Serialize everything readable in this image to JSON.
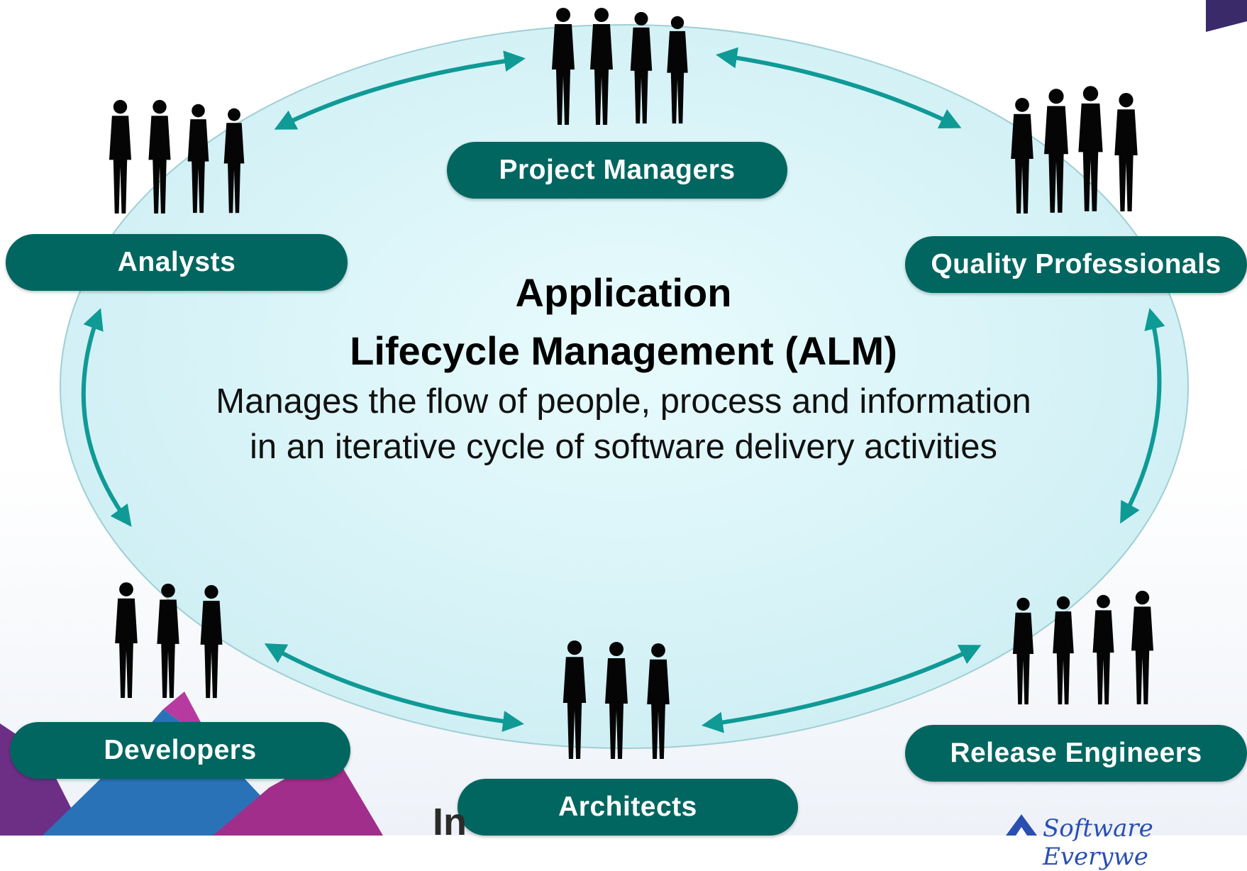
{
  "diagram": {
    "title_line1": "Application",
    "title_line2": "Lifecycle Management (ALM)",
    "subtitle_line1": "Manages the flow of people, process and information",
    "subtitle_line2": "in an iterative cycle of software delivery activities"
  },
  "roles": [
    {
      "label": "Project Managers",
      "icon": "people-group-icon"
    },
    {
      "label": "Analysts",
      "icon": "people-group-icon"
    },
    {
      "label": "Quality Professionals",
      "icon": "people-group-icon"
    },
    {
      "label": "Developers",
      "icon": "people-group-icon"
    },
    {
      "label": "Architects",
      "icon": "people-group-icon"
    },
    {
      "label": "Release Engineers",
      "icon": "people-group-icon"
    }
  ],
  "footer": {
    "cut_text": "In",
    "logo_text": "Software Everywe"
  },
  "colors": {
    "pill": "#00665f",
    "arrow": "#0f9a96",
    "ellipse_fill": "#dff6fa",
    "silhouette": "#050505"
  }
}
